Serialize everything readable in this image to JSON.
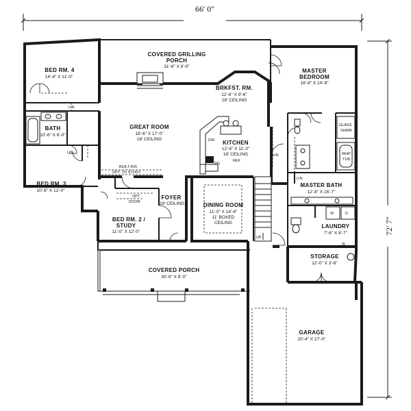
{
  "overall": {
    "width_label": "66' 0\"",
    "depth_label": "72' 7\""
  },
  "rooms": {
    "covered_grilling_porch": {
      "name_1": "COVERED GRILLING",
      "name_2": "PORCH",
      "dim": "31'-8\" X 8'-0\""
    },
    "bed4": {
      "name": "BED RM. 4",
      "dim": "14'-4\" X 11'-0\""
    },
    "bath": {
      "name": "BATH",
      "dim": "10'-6\" X 6'-0\""
    },
    "great_room": {
      "name": "GREAT ROOM",
      "dim": "18'-6\" X 17'-0\"",
      "ceiling": "18' CEILING"
    },
    "brkfst": {
      "name": "BRKFST. RM.",
      "dim": "12'-6\" X 9'-6\"",
      "ceiling": "18' CEILING"
    },
    "kitchen": {
      "name": "KITCHEN",
      "dim": "12'-6\" X 11'-0\"",
      "ceiling": "18' CEILING"
    },
    "master_bedroom": {
      "name_1": "MASTER",
      "name_2": "BEDROOM",
      "dim": "18'-8\" X 14'-8\""
    },
    "master_bath": {
      "name": "MASTER BATH",
      "dim": "12'-8\" X 16'-7\""
    },
    "bed3": {
      "name": "BED RM. 3",
      "dim": "10'-8\" X 12'-0\""
    },
    "bed2": {
      "name_1": "BED RM. 2 /",
      "name_2": "STUDY",
      "dim": "11'-0\" X 12'-0\""
    },
    "foyer": {
      "name": "FOYER",
      "ceiling": "18' CEILING"
    },
    "dining": {
      "name": "DINING ROOM",
      "dim": "11'-0\" X 14'-4\"",
      "ceiling_1": "11' BOXED",
      "ceiling_2": "CEILING"
    },
    "laundry": {
      "name": "LAUNDRY",
      "dim": "7'-6\" X 8'-7\""
    },
    "storage": {
      "name": "STORAGE",
      "dim": "12'-0\" X 3'-6\""
    },
    "covered_porch": {
      "name": "COVERED PORCH",
      "dim": "30'-9\" X 8'-0\""
    },
    "garage": {
      "name": "GARAGE",
      "dim": "20'-4\" X 27'-0\""
    }
  },
  "labels": {
    "lin_1": "LIN",
    "lin_2": "LIN",
    "lin_3": "LIN",
    "lin_4": "LIN",
    "built_ins_1": "BUILT-INS",
    "built_ins_2": "OPT. TO STUDY",
    "opt_door_1": "OPT",
    "opt_door_2": "DOOR",
    "dw": "DW",
    "ref": "REF",
    "rg": "RG",
    "glass_shwr_1": "GLASS",
    "glass_shwr_2": "SHWR",
    "whp_tub_1": "WHP",
    "whp_tub_2": "TUB",
    "up": "UP",
    "washer": "W",
    "dryer": "D",
    "b": "B"
  }
}
